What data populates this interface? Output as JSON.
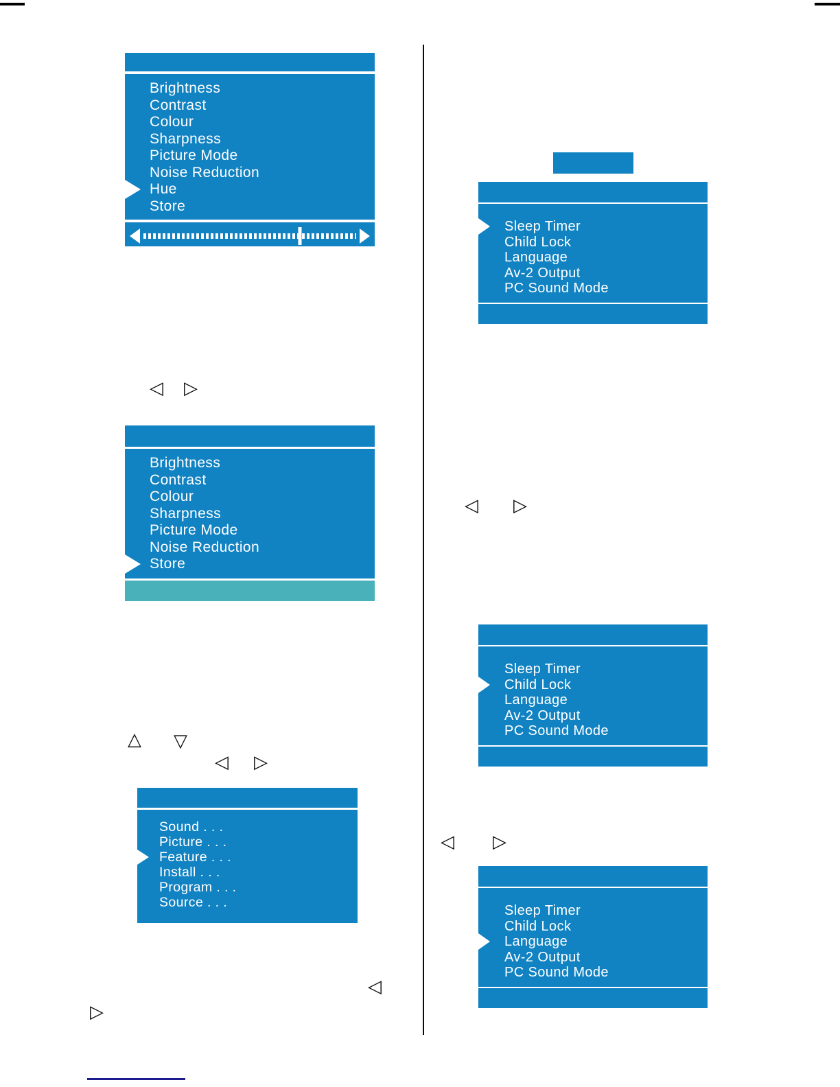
{
  "colors": {
    "menu_blue": "#1182c2",
    "teal_bar": "#48b1ba",
    "menu_text": "#ffffff",
    "cursor_white": "#ffffff",
    "navy_rule": "#1b1b8e",
    "marks_black": "#000000"
  },
  "icons": {
    "left_triangle": "◁",
    "right_triangle": "▷",
    "up_triangle": "△",
    "down_triangle": "▽"
  },
  "menus": {
    "picture_hue": {
      "items": [
        "Brightness",
        "Contrast",
        "Colour",
        "Sharpness",
        "Picture Mode",
        "Noise Reduction",
        "Hue",
        "Store"
      ],
      "selected_item": "Hue",
      "slider_percent": 70
    },
    "picture_store": {
      "items": [
        "Brightness",
        "Contrast",
        "Colour",
        "Sharpness",
        "Picture Mode",
        "Noise Reduction",
        "Store"
      ],
      "selected_item": "Store"
    },
    "main_menu": {
      "items": [
        "Sound . . .",
        "Picture . . .",
        "Feature . . .",
        "Install . . .",
        "Program . . .",
        "Source . . ."
      ],
      "selected_item": "Feature . . ."
    },
    "feature_sleep_timer": {
      "items": [
        "Sleep Timer",
        "Child Lock",
        "Language",
        "Av-2 Output",
        "PC Sound Mode"
      ],
      "selected_item": "Sleep Timer"
    },
    "feature_child_lock": {
      "items": [
        "Sleep Timer",
        "Child Lock",
        "Language",
        "Av-2 Output",
        "PC Sound Mode"
      ],
      "selected_item": "Child Lock"
    },
    "feature_language": {
      "items": [
        "Sleep Timer",
        "Child Lock",
        "Language",
        "Av-2 Output",
        "PC Sound Mode"
      ],
      "selected_item": "Language"
    }
  }
}
